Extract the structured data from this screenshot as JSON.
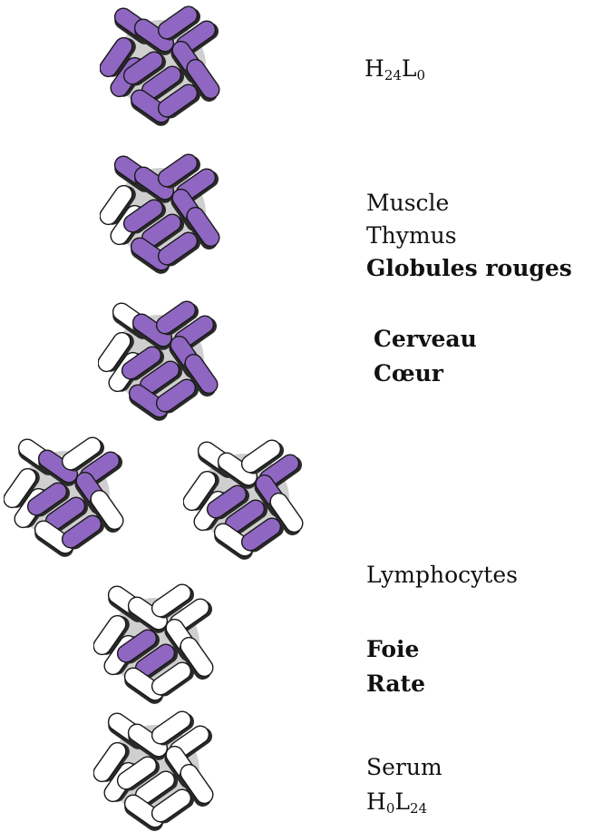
{
  "colors": {
    "heavy": "#8f67c2",
    "light": "#ffffff",
    "outline": "#1a1a1a",
    "shadow": "#2a2a2a"
  },
  "isoforms": [
    {
      "purple": [
        true,
        true,
        true,
        true,
        true,
        true,
        true,
        true,
        true,
        true,
        true,
        true
      ]
    },
    {
      "purple": [
        true,
        true,
        true,
        true,
        false,
        false,
        true,
        true,
        true,
        true,
        true,
        true
      ]
    },
    {
      "purple": [
        false,
        true,
        true,
        true,
        false,
        false,
        true,
        true,
        true,
        true,
        true,
        true
      ]
    },
    {
      "purple": [
        false,
        true,
        false,
        true,
        false,
        false,
        true,
        false,
        true,
        true,
        false,
        true
      ]
    },
    {
      "purple": [
        false,
        false,
        false,
        true,
        false,
        false,
        true,
        false,
        true,
        true,
        false,
        true
      ]
    },
    {
      "purple": [
        false,
        false,
        false,
        false,
        false,
        false,
        false,
        false,
        true,
        true,
        false,
        false
      ]
    },
    {
      "purple": [
        false,
        false,
        false,
        false,
        false,
        false,
        false,
        false,
        false,
        false,
        false,
        false
      ]
    }
  ],
  "labels": {
    "top": {
      "main": "H",
      "sub1": "24",
      "mid": "L",
      "sub2": "0"
    },
    "muscle": "Muscle",
    "thymus": "Thymus",
    "globules": "Globules rouges",
    "cerveau": "Cerveau",
    "coeur": "Cœur",
    "lymphocytes": "Lymphocytes",
    "foie": "Foie",
    "rate": "Rate",
    "serum": "Serum",
    "bottom": {
      "main": "H",
      "sub1": "0",
      "mid": "L",
      "sub2": "24"
    }
  }
}
